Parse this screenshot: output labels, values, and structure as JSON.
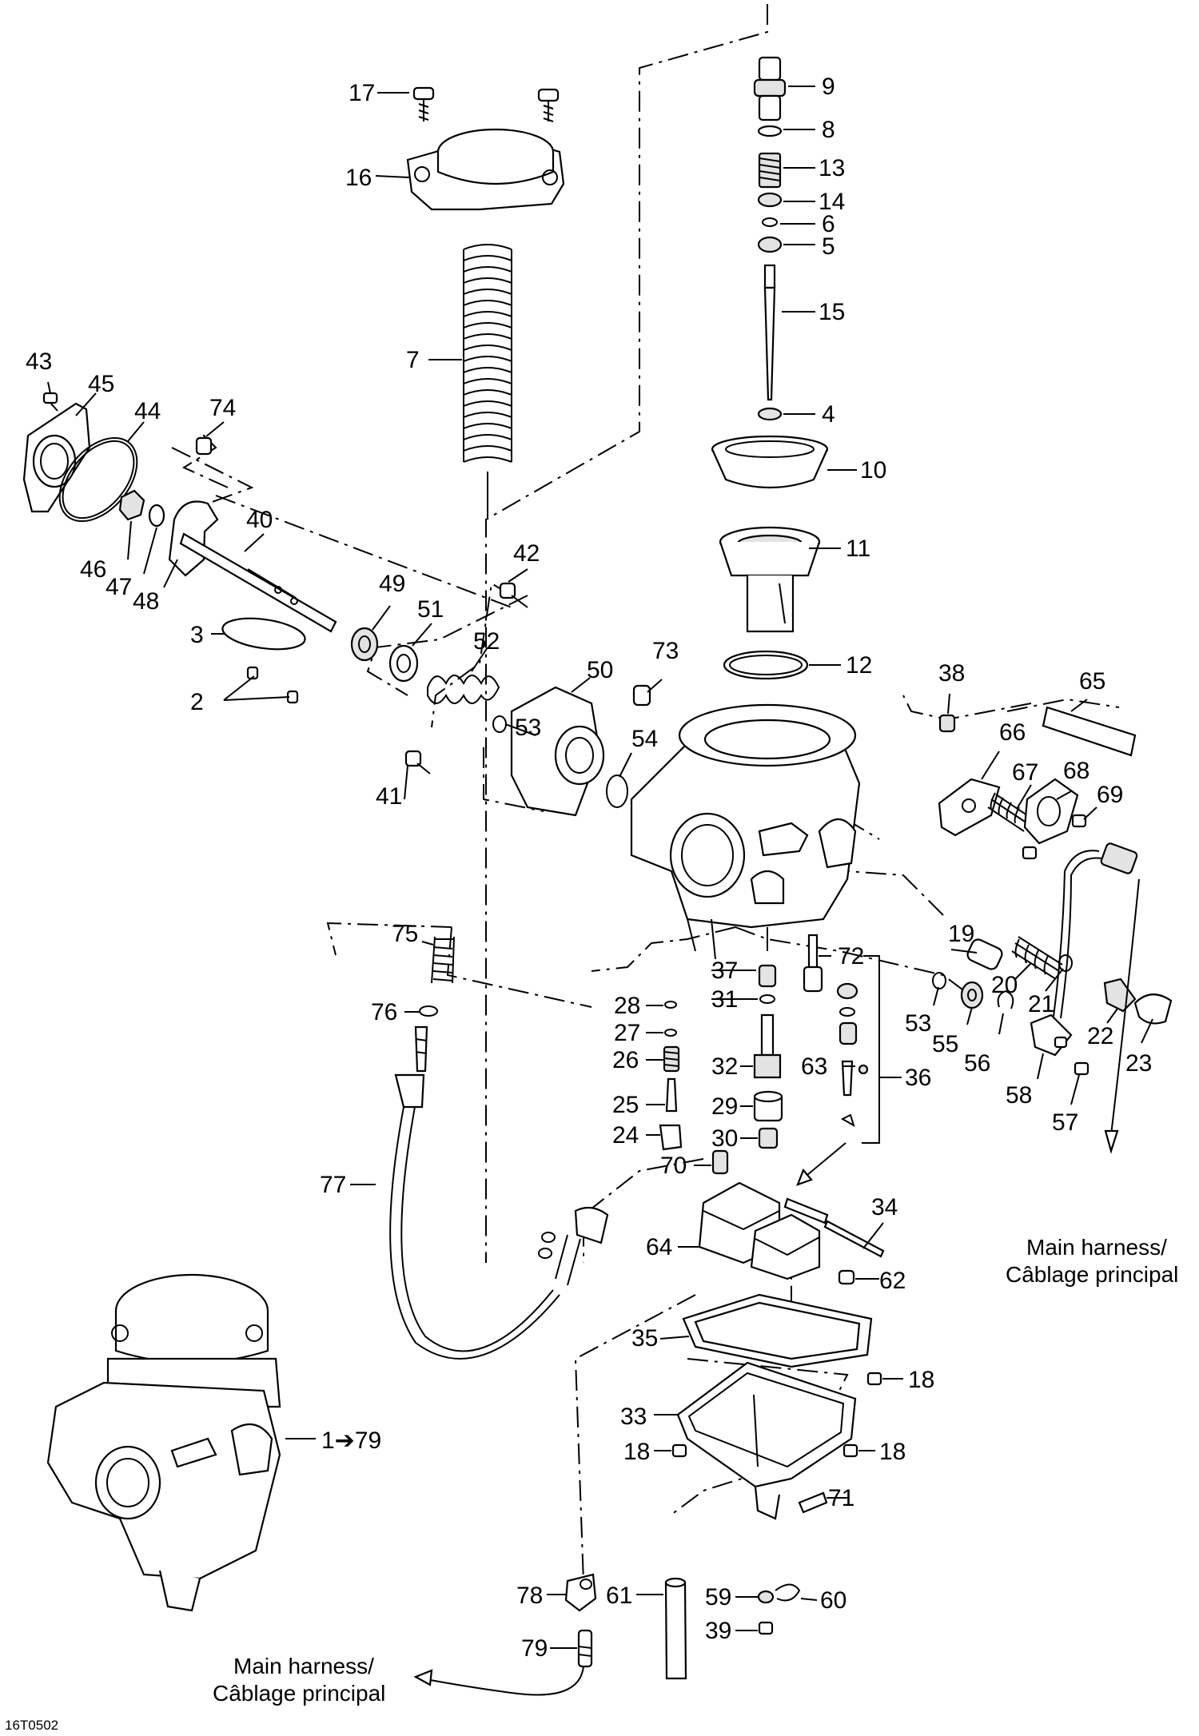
{
  "diagram_code": "16T0502",
  "external_notes": {
    "harness_right": [
      "Main harness/",
      "Câblage principal"
    ],
    "harness_bottom": [
      "Main harness/",
      "Câblage principal"
    ]
  },
  "callouts": {
    "c9": "9",
    "c8": "8",
    "c13": "13",
    "c14": "14",
    "c6": "6",
    "c5": "5",
    "c15": "15",
    "c4": "4",
    "c10": "10",
    "c11": "11",
    "c12": "12",
    "c17": "17",
    "c16": "16",
    "c7": "7",
    "c43": "43",
    "c45": "45",
    "c44": "44",
    "c74": "74",
    "c40": "40",
    "c46": "46",
    "c47": "47",
    "c48": "48",
    "c42": "42",
    "c49": "49",
    "c51": "51",
    "c52": "52",
    "c53a": "53",
    "c50": "50",
    "c3": "3",
    "c2": "2",
    "c41": "41",
    "c73": "73",
    "c54": "54",
    "c38": "38",
    "c65": "65",
    "c66": "66",
    "c67": "67",
    "c68": "68",
    "c69": "69",
    "c75": "75",
    "c76": "76",
    "c77": "77",
    "c37": "37",
    "c72": "72",
    "c28": "28",
    "c31": "31",
    "c27": "27",
    "c26": "26",
    "c32": "32",
    "c63": "63",
    "c36": "36",
    "c25": "25",
    "c29": "29",
    "c24": "24",
    "c30": "30",
    "c70": "70",
    "c19": "19",
    "c20": "20",
    "c21": "21",
    "c53b": "53",
    "c55": "55",
    "c56": "56",
    "c22": "22",
    "c23": "23",
    "c58": "58",
    "c57": "57",
    "c34": "34",
    "c64": "64",
    "c62": "62",
    "c35": "35",
    "c18a": "18",
    "c18b": "18",
    "c18c": "18",
    "c33": "33",
    "c71": "71",
    "c59": "59",
    "c60": "60",
    "c78": "78",
    "c61": "61",
    "c39": "39",
    "c79": "79",
    "c1": "1➔79"
  }
}
